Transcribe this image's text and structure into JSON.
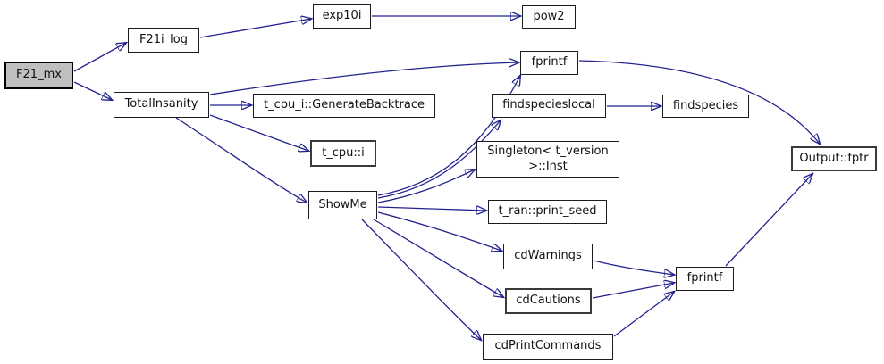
{
  "diagram": {
    "type": "call-graph",
    "background_color": "#ffffff",
    "edge_color": "#22228d",
    "node_border_color": "#1c1c1c",
    "highlight_fill": "#bfbfbf",
    "nodes": {
      "f21_mx": {
        "label": "F21_mx",
        "highlighted": true
      },
      "f21i_log": {
        "label": "F21i_log"
      },
      "exp10i": {
        "label": "exp10i"
      },
      "pow2": {
        "label": "pow2"
      },
      "totalinsanity": {
        "label": "TotalInsanity"
      },
      "generatebacktrace": {
        "label": "t_cpu_i::GenerateBacktrace"
      },
      "fprintf_top": {
        "label": "fprintf"
      },
      "findspecieslocal": {
        "label": "findspecieslocal"
      },
      "findspecies": {
        "label": "findspecies"
      },
      "t_cpu_i": {
        "label": "t_cpu::i"
      },
      "singleton_inst": {
        "label": "Singleton< t_version >::Inst"
      },
      "showme": {
        "label": "ShowMe"
      },
      "print_seed": {
        "label": "t_ran::print_seed"
      },
      "cdwarnings": {
        "label": "cdWarnings"
      },
      "cdcautions": {
        "label": "cdCautions"
      },
      "cdprintcommands": {
        "label": "cdPrintCommands"
      },
      "fprintf_bottom": {
        "label": "fprintf"
      },
      "output_fptr": {
        "label": "Output::fptr"
      }
    },
    "edges": [
      {
        "from": "F21_mx",
        "to": "F21i_log"
      },
      {
        "from": "F21_mx",
        "to": "TotalInsanity"
      },
      {
        "from": "F21i_log",
        "to": "exp10i"
      },
      {
        "from": "exp10i",
        "to": "pow2"
      },
      {
        "from": "TotalInsanity",
        "to": "t_cpu_i::GenerateBacktrace"
      },
      {
        "from": "TotalInsanity",
        "to": "fprintf"
      },
      {
        "from": "TotalInsanity",
        "to": "t_cpu::i"
      },
      {
        "from": "TotalInsanity",
        "to": "ShowMe"
      },
      {
        "from": "ShowMe",
        "to": "fprintf"
      },
      {
        "from": "ShowMe",
        "to": "findspecieslocal"
      },
      {
        "from": "findspecieslocal",
        "to": "findspecies"
      },
      {
        "from": "ShowMe",
        "to": "Singleton< t_version >::Inst"
      },
      {
        "from": "ShowMe",
        "to": "t_ran::print_seed"
      },
      {
        "from": "ShowMe",
        "to": "cdWarnings"
      },
      {
        "from": "ShowMe",
        "to": "cdCautions"
      },
      {
        "from": "ShowMe",
        "to": "cdPrintCommands"
      },
      {
        "from": "cdWarnings",
        "to": "fprintf (2)"
      },
      {
        "from": "cdCautions",
        "to": "fprintf (2)"
      },
      {
        "from": "cdPrintCommands",
        "to": "fprintf (2)"
      },
      {
        "from": "fprintf",
        "to": "Output::fptr"
      },
      {
        "from": "fprintf (2)",
        "to": "Output::fptr"
      }
    ]
  }
}
